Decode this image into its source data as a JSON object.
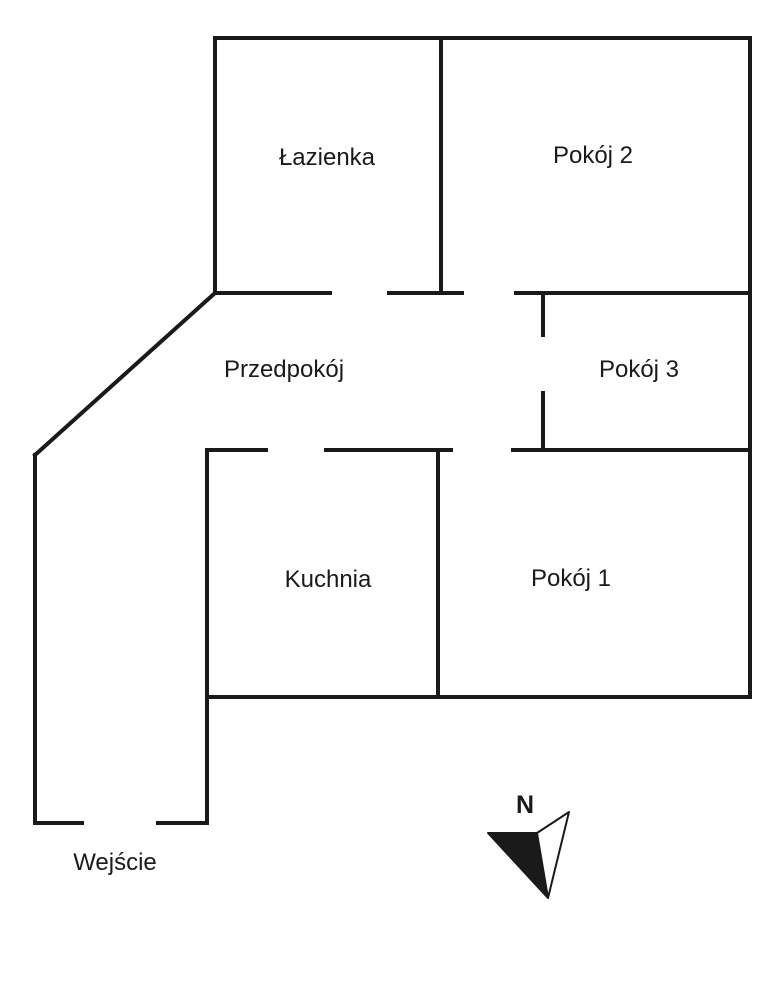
{
  "rooms": {
    "lazienka": "Łazienka",
    "pokoj2": "Pokój 2",
    "przedpokoj": "Przedpokój",
    "pokoj3": "Pokój 3",
    "kuchnia": "Kuchnia",
    "pokoj1": "Pokój 1",
    "wejscie": "Wejście"
  },
  "compass": {
    "letter": "N",
    "icon": "north-arrow-icon"
  },
  "colors": {
    "wall": "#1a1a1a",
    "background": "#ffffff"
  }
}
